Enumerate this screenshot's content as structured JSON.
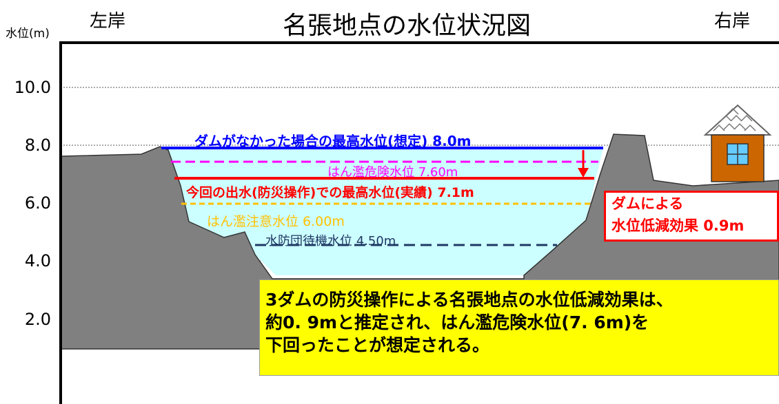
{
  "title": "名張地点の水位状況図",
  "left_bank": "左岸",
  "right_bank": "右岸",
  "y_axis_label": "水位(m)",
  "y_ticks": [
    "10.0",
    "8.0",
    "6.0",
    "4.0",
    "2.0"
  ],
  "levels": {
    "no_dam": {
      "label": "ダムがなかった場合の最高水位(想定) 8.0m",
      "value": 8.0,
      "color": "#0000ff"
    },
    "flood_danger": {
      "label": "はん濫危険水位 7.60m",
      "value": 7.6,
      "color": "#ff00ff"
    },
    "actual_max": {
      "label": "今回の出水(防災操作)での最高水位(実績) 7.1m",
      "value": 7.1,
      "color": "#ff0000"
    },
    "flood_caution": {
      "label": "はん濫注意水位 6.00m",
      "value": 6.0,
      "color": "#ffc000"
    },
    "standby": {
      "label": "水防団待機水位 4.50m",
      "value": 4.5,
      "color": "#1f3864"
    }
  },
  "effect_box": {
    "line1": "ダムによる",
    "line2": "水位低減効果 0.9m"
  },
  "note": {
    "line1": "3ダムの防災操作による名張地点の水位低減効果は、",
    "line2": "約0. 9mと推定され、はん濫危険水位(7. 6m)を",
    "line3": "下回ったことが想定される。"
  },
  "colors": {
    "ground": "#808080",
    "water": "#ccffff",
    "note_bg": "#ffff00",
    "house_wall": "#cc6600"
  }
}
